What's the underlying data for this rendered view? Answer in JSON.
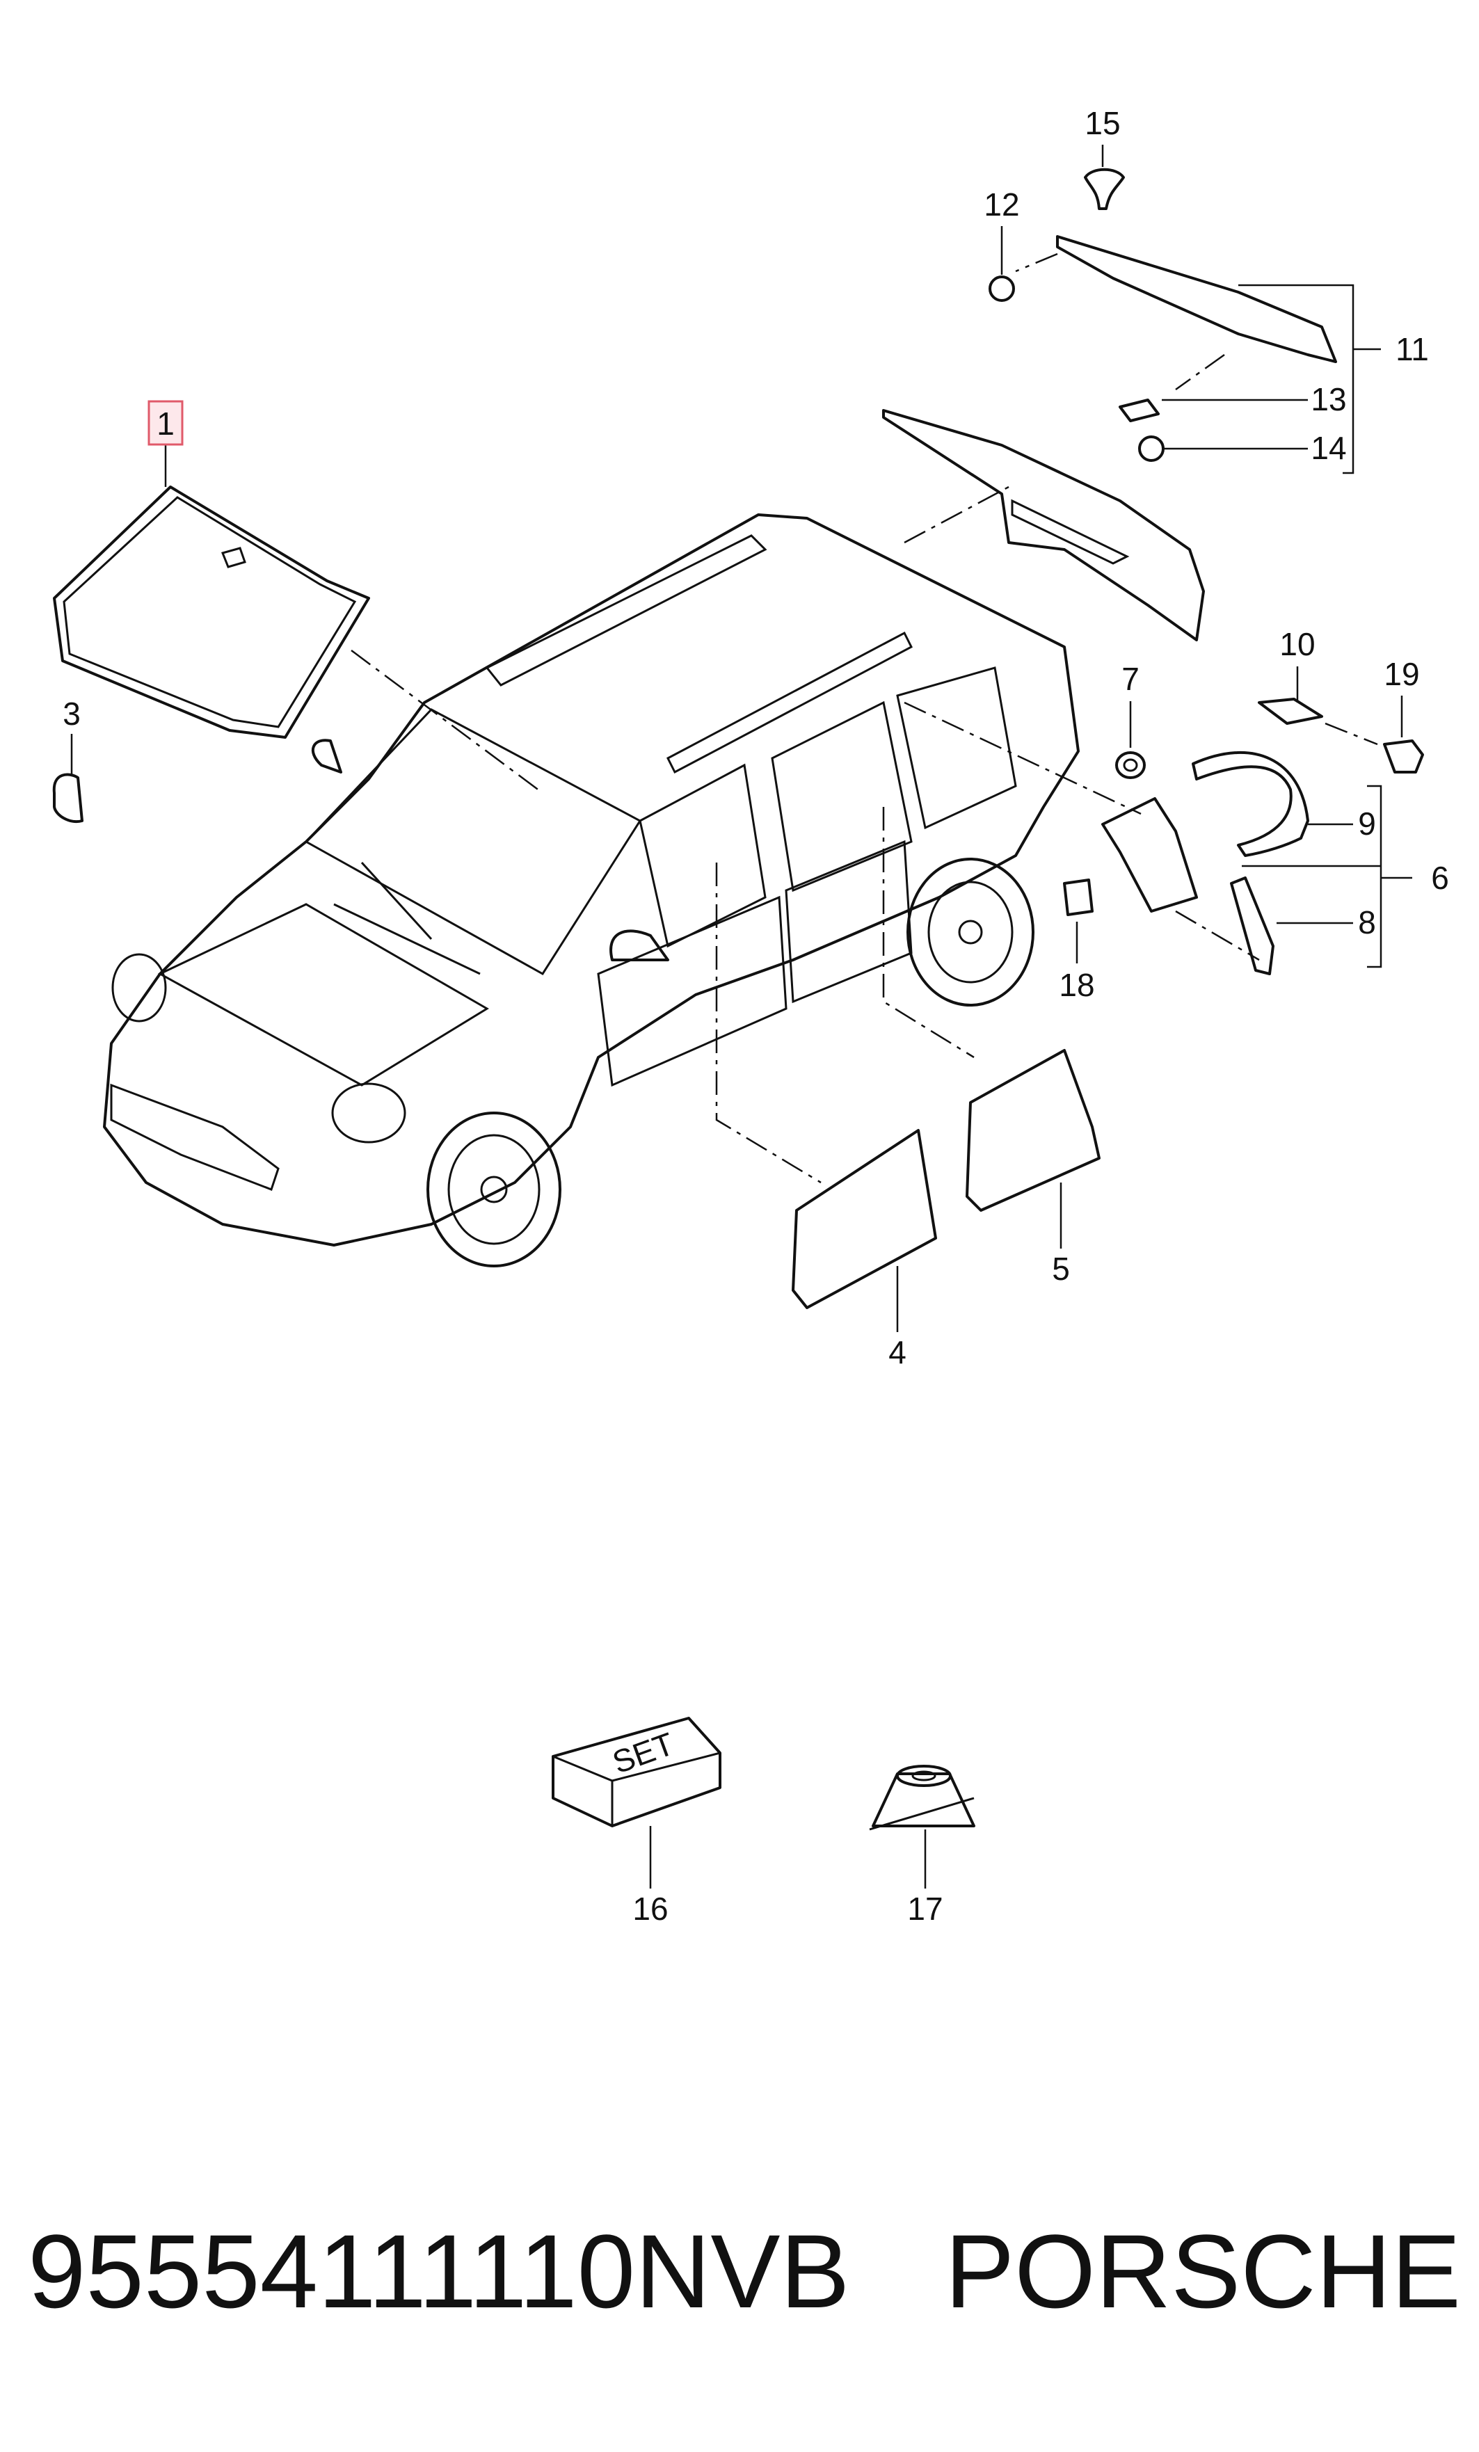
{
  "callouts": {
    "c1": "1",
    "c3": "3",
    "c4": "4",
    "c5": "5",
    "c6": "6",
    "c7": "7",
    "c8": "8",
    "c9": "9",
    "c10": "10",
    "c11": "11",
    "c12": "12",
    "c13": "13",
    "c14": "14",
    "c15": "15",
    "c16": "16",
    "c17": "17",
    "c18": "18",
    "c19": "19"
  },
  "set_box_label": "SET",
  "highlight_color": "#e05a6a",
  "footer": {
    "part_number": "95554111110NVB",
    "brand": "PORSCHE"
  }
}
